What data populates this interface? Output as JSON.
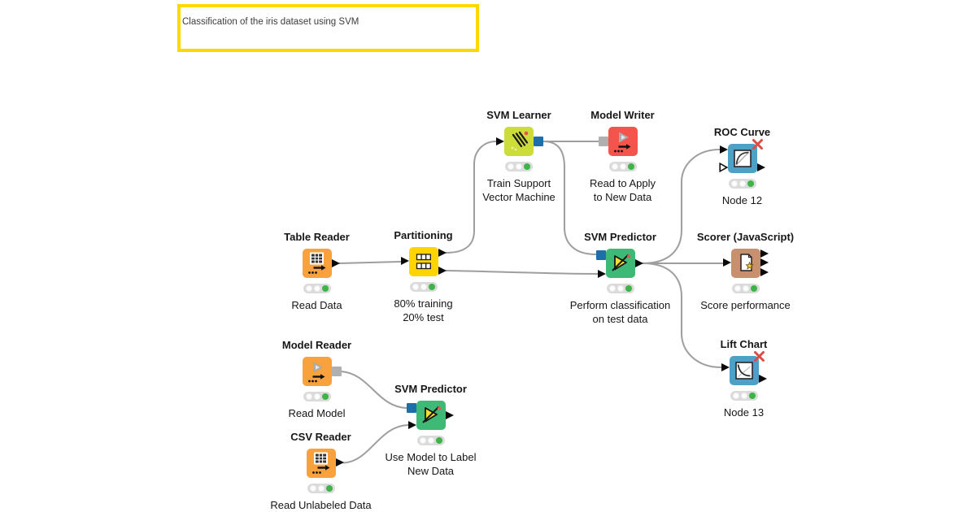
{
  "annotation": {
    "text": "Classification of the iris dataset using SVM"
  },
  "colors": {
    "annotation_border": "#FFD800",
    "wire": "#9E9E9E",
    "text": "#161616",
    "port_data": "#0A0A0A",
    "port_model": "#1D6EA9",
    "port_pmml": "#B0B0B0",
    "status_pill": "#DBDBDB",
    "status_idle": "#FDFDFD",
    "status_done": "#3EB348",
    "error_x": "#DD4B44"
  },
  "nodes": [
    {
      "title": "Table Reader",
      "label": "Read Data",
      "color": "#F9A13D",
      "status": "executed"
    },
    {
      "title": "Partitioning",
      "label": "80% training\n20% test",
      "color": "#FFD403",
      "status": "executed"
    },
    {
      "title": "SVM Learner",
      "label": "Train Support\nVector Machine",
      "color": "#CCDC39",
      "status": "executed"
    },
    {
      "title": "Model Writer",
      "label": "Read to Apply\nto New Data",
      "color": "#F4544C",
      "status": "executed"
    },
    {
      "title": "SVM Predictor",
      "label": "Perform classification\non test data",
      "color": "#3FBA76",
      "status": "executed"
    },
    {
      "title": "Scorer (JavaScript)",
      "label": "Score performance",
      "color": "#C98F6E",
      "status": "executed"
    },
    {
      "title": "ROC Curve",
      "label": "Node 12",
      "color": "#4FA0C6",
      "status": "executed"
    },
    {
      "title": "Lift Chart",
      "label": "Node 13",
      "color": "#4FA0C6",
      "status": "executed"
    },
    {
      "title": "Model Reader",
      "label": "Read Model",
      "color": "#F9A13D",
      "status": "executed"
    },
    {
      "title": "CSV Reader",
      "label": "Read Unlabeled Data",
      "color": "#F9A13D",
      "status": "executed"
    },
    {
      "title": "SVM Predictor",
      "label": "Use Model to Label\nNew Data",
      "color": "#3FBA76",
      "status": "executed"
    }
  ],
  "connections": [
    "Table Reader -> Partitioning",
    "Partitioning (top) -> SVM Learner",
    "Partitioning (bottom) -> SVM Predictor (data)",
    "SVM Learner -> Model Writer",
    "SVM Learner -> SVM Predictor (model)",
    "SVM Predictor -> Scorer (JavaScript)",
    "SVM Predictor -> ROC Curve",
    "SVM Predictor -> Lift Chart",
    "Model Reader -> SVM Predictor 2 (model)",
    "CSV Reader -> SVM Predictor 2 (data)"
  ]
}
